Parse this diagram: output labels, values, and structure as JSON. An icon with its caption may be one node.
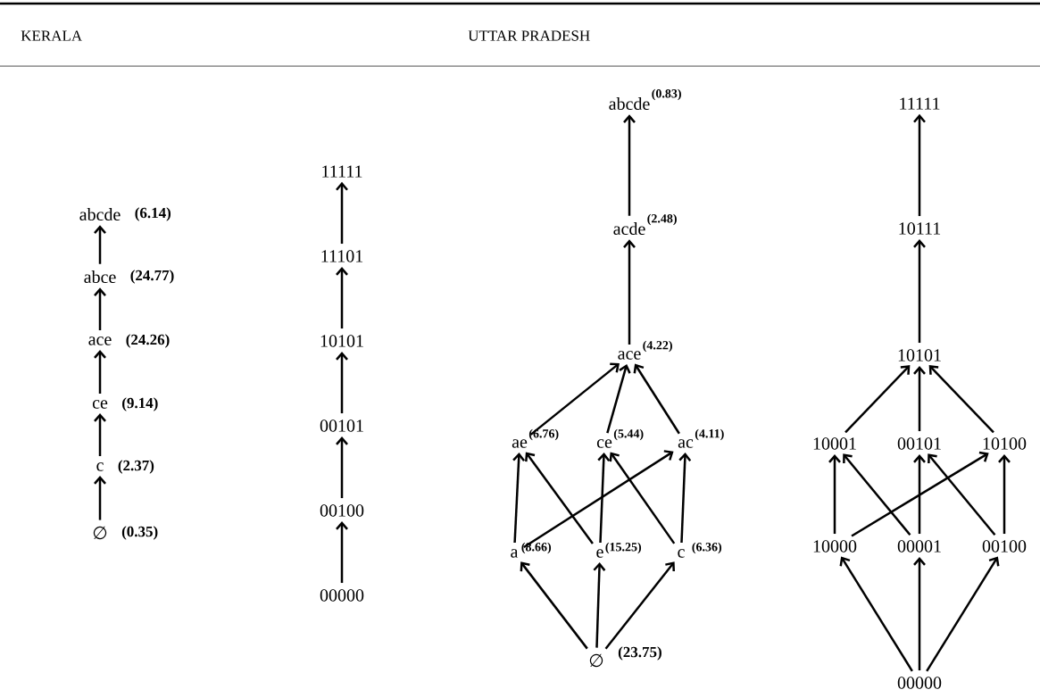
{
  "diagram": {
    "nodes": [
      {
        "text": [
          "abcde"
        ],
        "beside": [
          "(6.14)"
        ]
      },
      {
        "text": [
          "abce"
        ],
        "beside": [
          "(24.77)"
        ]
      },
      {
        "text": [
          "ace"
        ],
        "beside": [
          "(24.26)"
        ]
      },
      {
        "text": [
          "ce"
        ],
        "beside": [
          "(9.14)"
        ]
      },
      {
        "text": [
          "c"
        ],
        "beside": [
          "(2.37)"
        ]
      },
      {
        "text": [
          "∅"
        ],
        "beside": [
          "(0.35)"
        ]
      },
      {
        "text": [
          "11111"
        ]
      },
      {
        "text": [
          "11101"
        ]
      },
      {
        "text": [
          "10101"
        ]
      },
      {
        "text": [
          "00101"
        ]
      },
      {
        "text": [
          "00100"
        ]
      },
      {
        "text": [
          "00000"
        ]
      },
      {
        "text": [
          "abcde"
        ],
        "beside": [
          "(0.83)"
        ]
      },
      {
        "text": [
          "acde"
        ],
        "beside": [
          "(2.48)"
        ]
      },
      {
        "text": [
          "ace"
        ],
        "beside": [
          "(4.22)"
        ]
      },
      {
        "text": [
          "ae"
        ],
        "beside": [
          "(6.76)"
        ]
      },
      {
        "text": [
          "ce"
        ],
        "beside": [
          "(5.44)"
        ]
      },
      {
        "text": [
          "ac"
        ],
        "beside": [
          "(4.11)"
        ]
      },
      {
        "text": [
          "a"
        ],
        "beside": [
          "(8.66)"
        ]
      },
      {
        "text": [
          "e"
        ],
        "beside": [
          "(15.25)"
        ]
      },
      {
        "text": [
          "c"
        ],
        "beside": [
          "(6.36)"
        ]
      },
      {
        "text": [
          "∅"
        ],
        "beside": [
          "(23.75)"
        ]
      },
      {
        "text": [
          "11111"
        ]
      },
      {
        "text": [
          "10111"
        ]
      },
      {
        "text": [
          "10101"
        ]
      },
      {
        "text": [
          "10001"
        ]
      },
      {
        "text": [
          "00101"
        ]
      },
      {
        "text": [
          "10100"
        ]
      },
      {
        "text": [
          "10000"
        ]
      },
      {
        "text": [
          "00001"
        ]
      },
      {
        "text": [
          "00100"
        ]
      },
      {
        "text": [
          "00000"
        ]
      }
    ],
    "edges": [
      {
        "from": 5,
        "to": 4,
        "arrow": "to"
      },
      {
        "from": 4,
        "to": 3,
        "arrow": "to"
      },
      {
        "from": 3,
        "to": 2,
        "arrow": "to"
      },
      {
        "from": 2,
        "to": 1,
        "arrow": "to"
      },
      {
        "from": 1,
        "to": 0,
        "arrow": "to"
      },
      {
        "from": 11,
        "to": 10,
        "arrow": "to"
      },
      {
        "from": 10,
        "to": 9,
        "arrow": "to"
      },
      {
        "from": 9,
        "to": 8,
        "arrow": "to"
      },
      {
        "from": 8,
        "to": 7,
        "arrow": "to"
      },
      {
        "from": 7,
        "to": 6,
        "arrow": "to"
      },
      {
        "from": 13,
        "to": 12,
        "arrow": "to"
      },
      {
        "from": 14,
        "to": 13,
        "arrow": "to"
      },
      {
        "from": 15,
        "to": 14,
        "arrow": "to"
      },
      {
        "from": 16,
        "to": 14,
        "arrow": "to"
      },
      {
        "from": 17,
        "to": 14,
        "arrow": "to"
      },
      {
        "from": 18,
        "to": 15,
        "arrow": "to"
      },
      {
        "from": 19,
        "to": 15,
        "arrow": "to"
      },
      {
        "from": 18,
        "to": 17,
        "arrow": "to"
      },
      {
        "from": 19,
        "to": 16,
        "arrow": "to"
      },
      {
        "from": 20,
        "to": 16,
        "arrow": "to"
      },
      {
        "from": 20,
        "to": 17,
        "arrow": "to"
      },
      {
        "from": 21,
        "to": 18,
        "arrow": "to"
      },
      {
        "from": 21,
        "to": 19,
        "arrow": "to"
      },
      {
        "from": 21,
        "to": 20,
        "arrow": "to"
      },
      {
        "from": 23,
        "to": 22,
        "arrow": "to"
      },
      {
        "from": 24,
        "to": 23,
        "arrow": "to"
      },
      {
        "from": 25,
        "to": 24,
        "arrow": "to"
      },
      {
        "from": 26,
        "to": 24,
        "arrow": "to"
      },
      {
        "from": 27,
        "to": 24,
        "arrow": "to"
      },
      {
        "from": 28,
        "to": 25,
        "arrow": "to"
      },
      {
        "from": 29,
        "to": 25,
        "arrow": "to"
      },
      {
        "from": 28,
        "to": 27,
        "arrow": "to"
      },
      {
        "from": 29,
        "to": 26,
        "arrow": "to"
      },
      {
        "from": 30,
        "to": 26,
        "arrow": "to"
      },
      {
        "from": 30,
        "to": 27,
        "arrow": "to"
      },
      {
        "from": 31,
        "to": 28,
        "arrow": "to"
      },
      {
        "from": 31,
        "to": 29,
        "arrow": "to"
      },
      {
        "from": 31,
        "to": 30,
        "arrow": "to"
      }
    ],
    "labels": [
      "KERALA",
      "UTTAR PRADESH"
    ]
  }
}
